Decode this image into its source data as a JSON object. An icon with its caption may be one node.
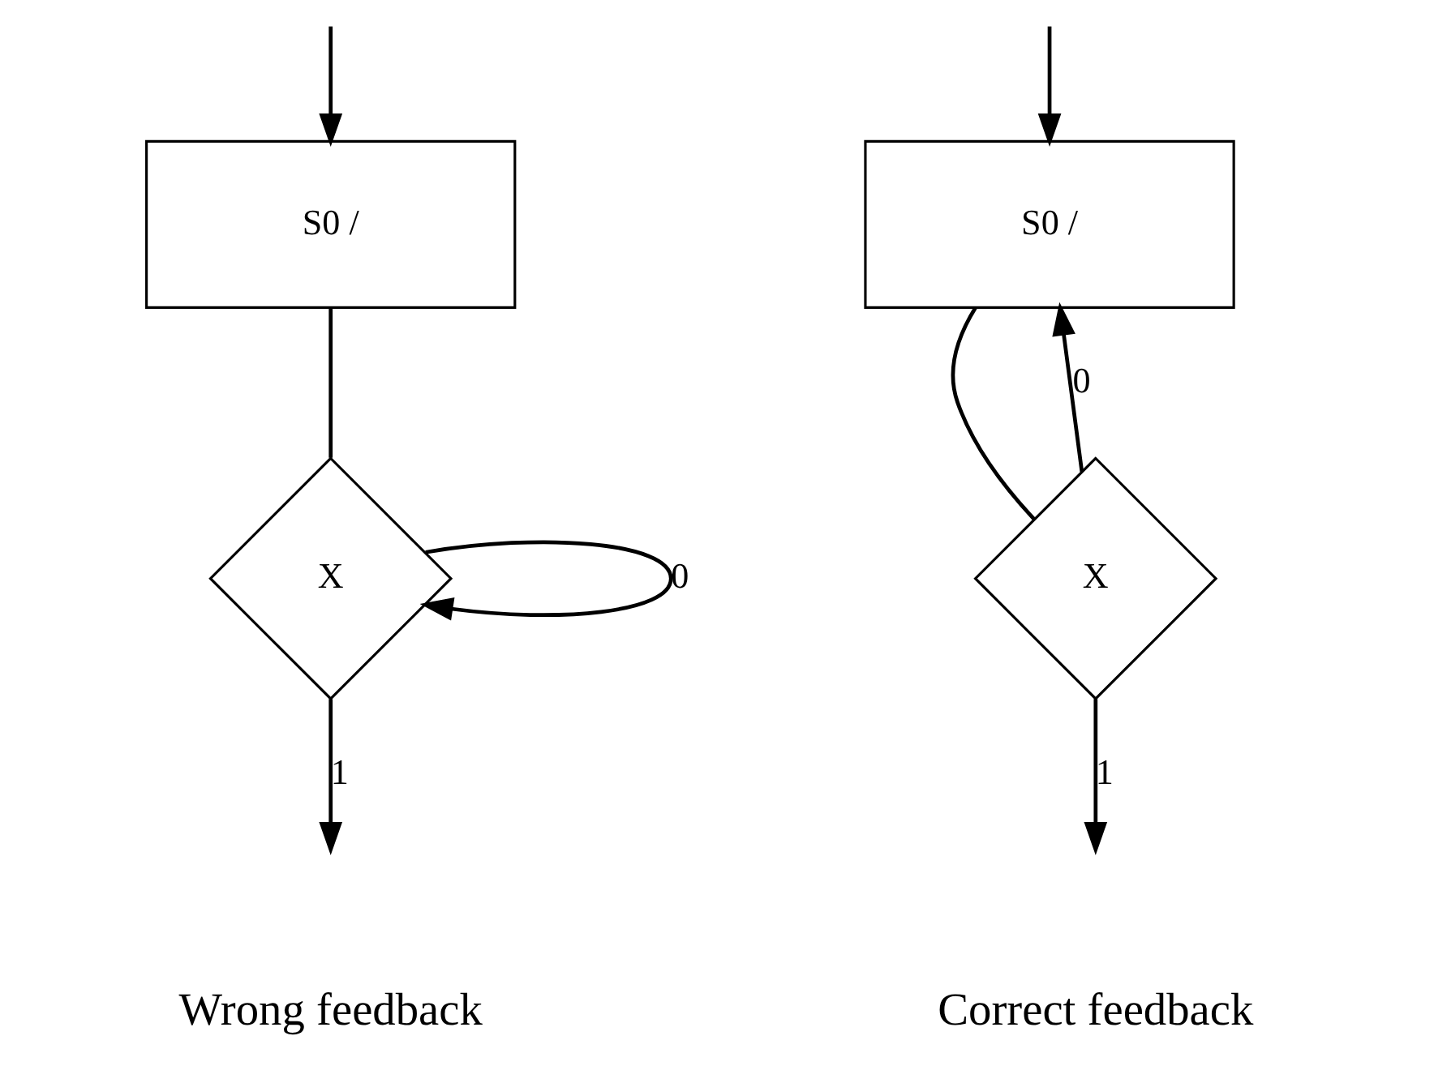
{
  "diagram": {
    "nodes": [
      {
        "text": [
          "S0 /"
        ]
      },
      {
        "text": [
          "X"
        ]
      },
      {
        "text": [
          "S0 /"
        ]
      },
      {
        "text": [
          "X"
        ]
      }
    ],
    "edges": [
      {
        "from": null,
        "to": 0,
        "arrow": "to"
      },
      {
        "from": 0,
        "to": 1,
        "arrow": "none"
      },
      {
        "from": 1,
        "to": 1,
        "arrow": "to",
        "label": "0"
      },
      {
        "from": 1,
        "to": null,
        "arrow": "to",
        "label": "1"
      },
      {
        "from": null,
        "to": 2,
        "arrow": "to"
      },
      {
        "from": 2,
        "to": 3,
        "arrow": "none"
      },
      {
        "from": 3,
        "to": 2,
        "arrow": "to",
        "label": "0"
      },
      {
        "from": 3,
        "to": null,
        "arrow": "to",
        "label": "1"
      }
    ],
    "labels": [
      "Wrong feedback",
      "Correct feedback"
    ]
  }
}
